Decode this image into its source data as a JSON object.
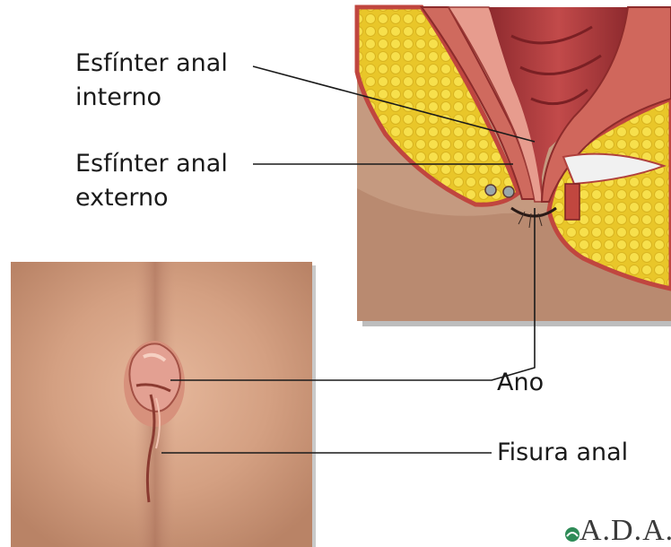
{
  "labels": {
    "internal_sphincter_line1": "Esfínter anal",
    "internal_sphincter_line2": "interno",
    "external_sphincter_line1": "Esfínter anal",
    "external_sphincter_line2": "externo",
    "anus": "Ano",
    "anal_fissure": "Fisura anal"
  },
  "logo": {
    "text": "A.D.A.M."
  },
  "colors": {
    "fat_yellow": "#f2d23a",
    "muscle_red": "#c8504a",
    "skin_tone": "#d9a184",
    "photo_skin": "#d8a487",
    "leader_line": "#1a1a1a"
  }
}
